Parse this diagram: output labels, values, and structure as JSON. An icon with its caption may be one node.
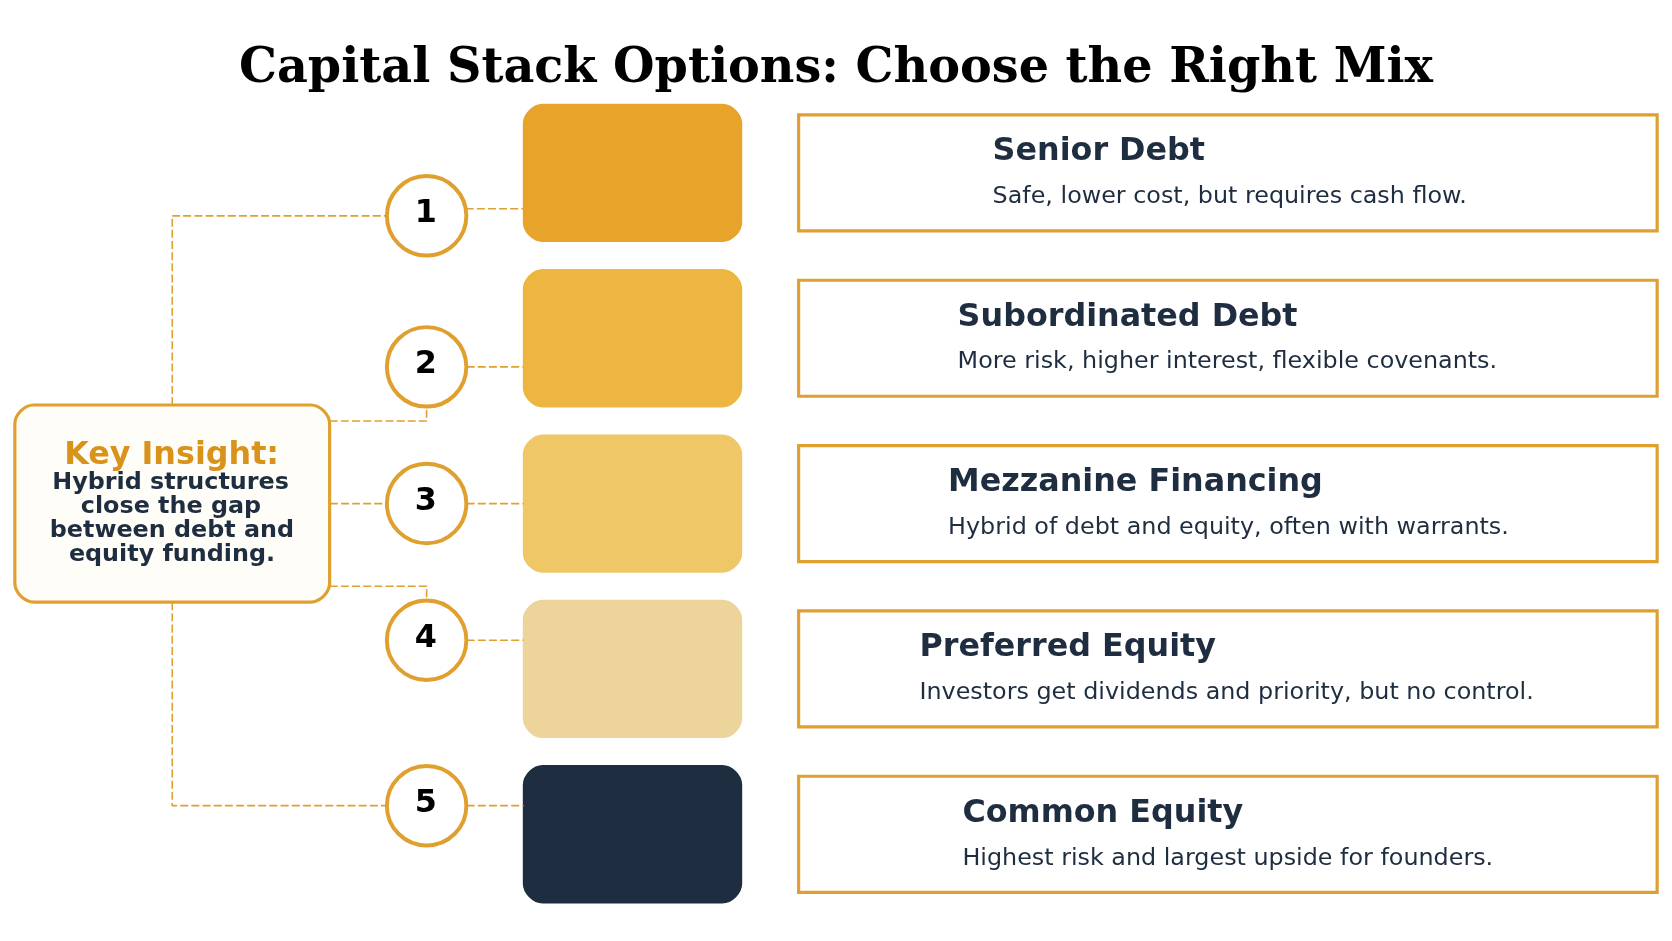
{
  "diagram": {
    "title": "Capital Stack Options: Choose the Right Mix",
    "nodes": [
      {
        "text": [
          "Key Insight:",
          "Hybrid structures close the gap between debt and equity funding."
        ]
      },
      {
        "text": [
          "1"
        ]
      },
      {
        "text": [],
        "shape": "box"
      },
      {
        "text": [
          "Senior Debt",
          "Safe, lower cost, but requires cash flow."
        ]
      },
      {
        "text": [
          "2"
        ]
      },
      {
        "text": [],
        "shape": "box"
      },
      {
        "text": [
          "Subordinated Debt",
          "More risk, higher interest, flexible covenants."
        ]
      },
      {
        "text": [
          "3"
        ]
      },
      {
        "text": [],
        "shape": "box"
      },
      {
        "text": [
          "Mezzanine Financing",
          "Hybrid of debt and equity, often with warrants."
        ]
      },
      {
        "text": [
          "4"
        ]
      },
      {
        "text": [],
        "shape": "box"
      },
      {
        "text": [
          "Preferred Equity",
          "Investors get dividends and priority, but no control."
        ]
      },
      {
        "text": [
          "5"
        ]
      },
      {
        "text": [],
        "shape": "box"
      },
      {
        "text": [
          "Common Equity",
          "Highest risk and largest upside for founders."
        ]
      }
    ],
    "edges": [
      {
        "from": 0,
        "to": 1,
        "arrow": "none",
        "style": "dashed"
      },
      {
        "from": 0,
        "to": 4,
        "arrow": "none",
        "style": "dashed"
      },
      {
        "from": 0,
        "to": 7,
        "arrow": "none",
        "style": "dashed"
      },
      {
        "from": 0,
        "to": 10,
        "arrow": "none",
        "style": "dashed"
      },
      {
        "from": 0,
        "to": 13,
        "arrow": "none",
        "style": "dashed"
      },
      {
        "from": 1,
        "to": 2,
        "arrow": "none",
        "style": "dashed"
      },
      {
        "from": 4,
        "to": 5,
        "arrow": "none",
        "style": "dashed"
      },
      {
        "from": 7,
        "to": 8,
        "arrow": "none",
        "style": "dashed"
      },
      {
        "from": 10,
        "to": 11,
        "arrow": "none",
        "style": "dashed"
      },
      {
        "from": 13,
        "to": 14,
        "arrow": "none",
        "style": "dashed"
      }
    ]
  }
}
